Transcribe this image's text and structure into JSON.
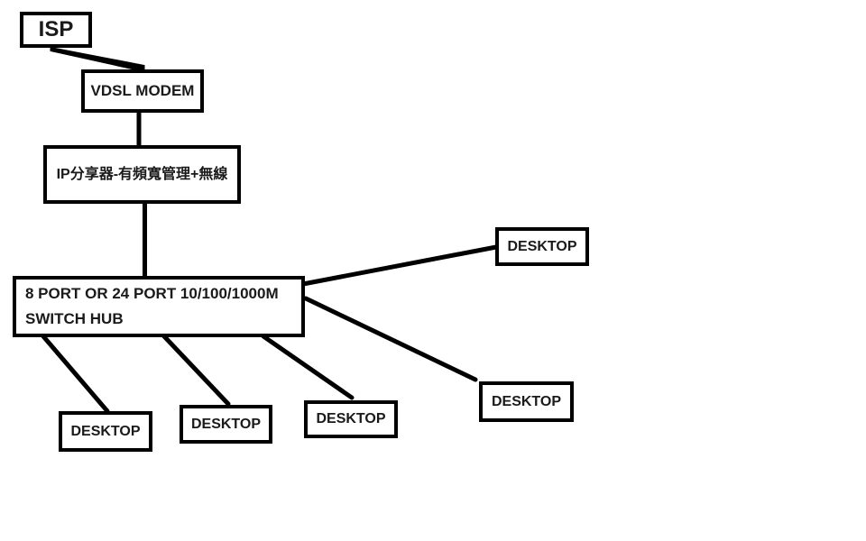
{
  "diagram": {
    "title": "Home/office network topology diagram",
    "nodes": {
      "isp": {
        "label": "ISP"
      },
      "vdsl_modem": {
        "label": "VDSL MODEM"
      },
      "router": {
        "label": "IP分享器-有頻寬管理+無線"
      },
      "switch_hub": {
        "label_line1": "8 PORT OR 24 PORT 10/100/1000M",
        "label_line2": "SWITCH HUB"
      },
      "desktop_right_top": {
        "label": "DESKTOP"
      },
      "desktop_right_bottom": {
        "label": "DESKTOP"
      },
      "desktop_bottom_1": {
        "label": "DESKTOP"
      },
      "desktop_bottom_2": {
        "label": "DESKTOP"
      },
      "desktop_bottom_3": {
        "label": "DESKTOP"
      }
    },
    "edges": [
      {
        "from": "isp",
        "to": "vdsl_modem"
      },
      {
        "from": "vdsl_modem",
        "to": "router"
      },
      {
        "from": "router",
        "to": "switch_hub"
      },
      {
        "from": "switch_hub",
        "to": "desktop_right_top"
      },
      {
        "from": "switch_hub",
        "to": "desktop_right_bottom"
      },
      {
        "from": "switch_hub",
        "to": "desktop_bottom_1"
      },
      {
        "from": "switch_hub",
        "to": "desktop_bottom_2"
      },
      {
        "from": "switch_hub",
        "to": "desktop_bottom_3"
      }
    ],
    "colors": {
      "background": "#ffffff",
      "box_fill": "#ffffff",
      "box_border": "#000000",
      "line": "#000000",
      "text": "#1a1a1a"
    }
  }
}
